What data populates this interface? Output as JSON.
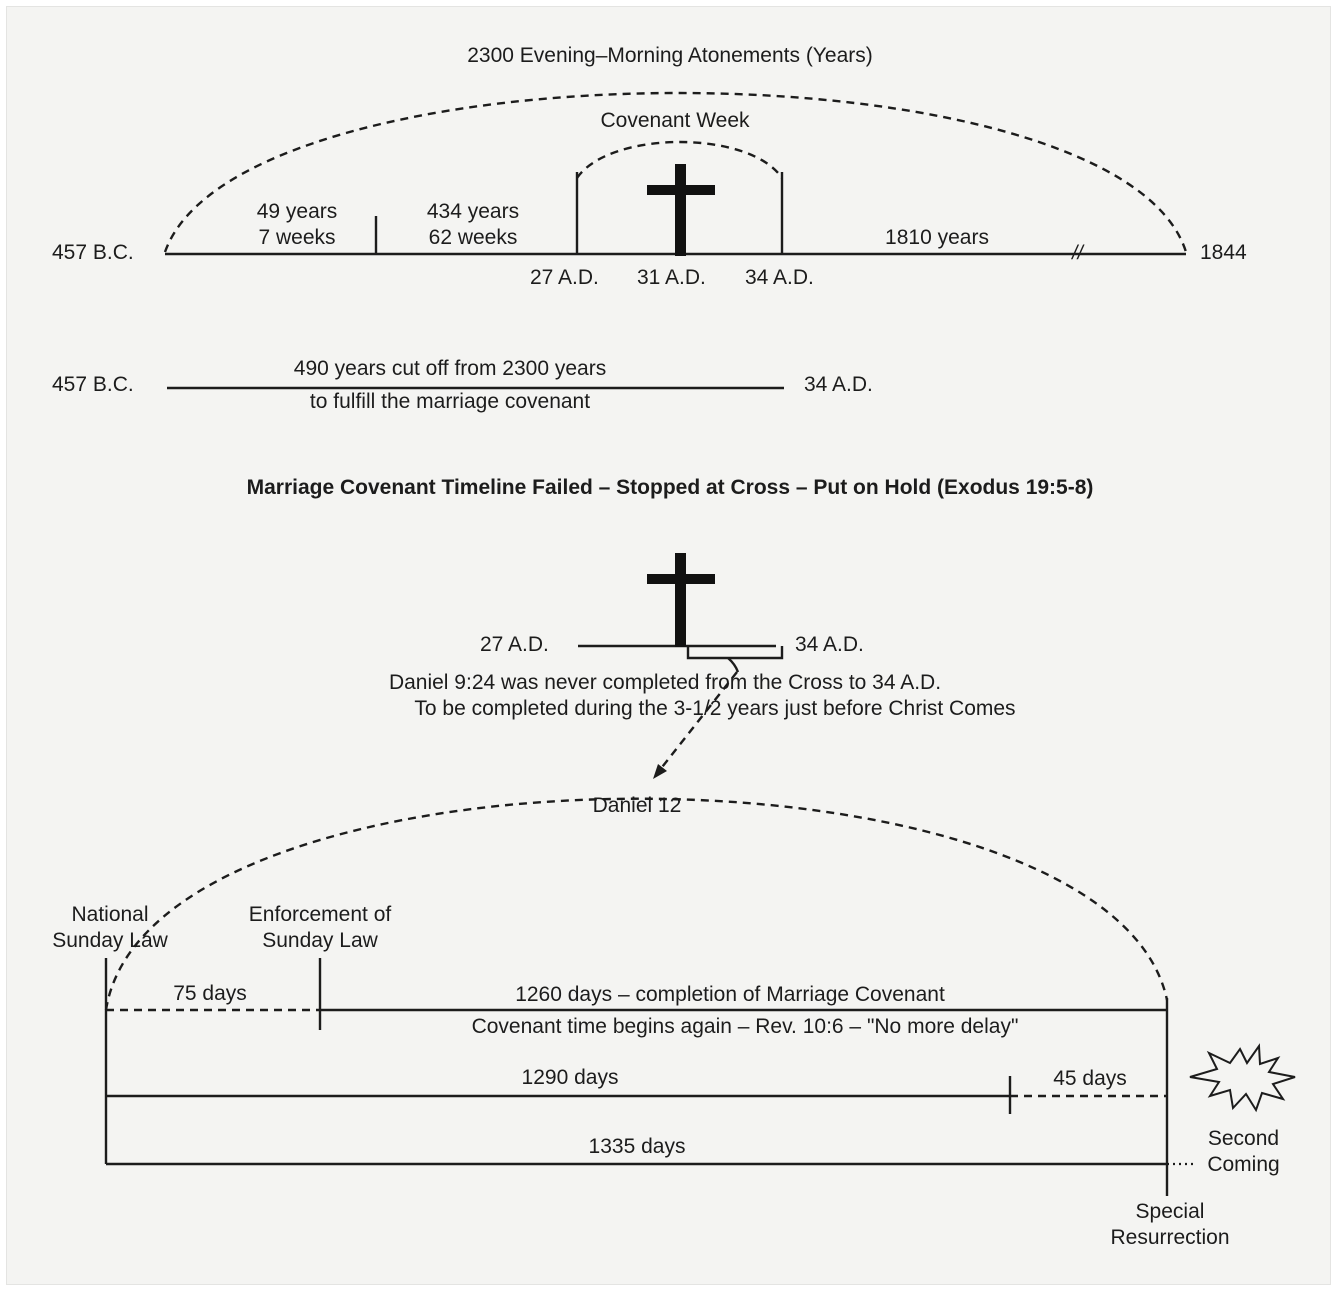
{
  "top_timeline": {
    "title": "2300 Evening–Morning Atonements (Years)",
    "covenant_week": "Covenant Week",
    "start": "457 B.C.",
    "end": "1844",
    "seg1_line1": "49 years",
    "seg1_line2": "7 weeks",
    "seg2_line1": "434 years",
    "seg2_line2": "62 weeks",
    "seg_remaining": "1810 years",
    "mark_27": "27 A.D.",
    "mark_31": "31 A.D.",
    "mark_34": "34 A.D.",
    "break_mark": "//"
  },
  "cutoff_timeline": {
    "start": "457 B.C.",
    "end": "34 A.D.",
    "line1": "490 years cut off from 2300 years",
    "line2": "to fulfill the marriage covenant"
  },
  "heading": "Marriage Covenant Timeline Failed – Stopped at Cross – Put on Hold (Exodus 19:5-8)",
  "cross_timeline": {
    "start": "27 A.D.",
    "end": "34 A.D.",
    "note1": "Daniel 9:24 was never completed from the Cross to 34 A.D.",
    "note2": "To be completed during the 3-1/2 years just before Christ Comes"
  },
  "daniel12": {
    "title": "Daniel 12",
    "national_line1": "National",
    "national_line2": "Sunday Law",
    "enforce_line1": "Enforcement of",
    "enforce_line2": "Sunday Law",
    "days_75": "75 days",
    "days_1260": "1260 days – completion of Marriage Covenant",
    "covenant_again": "Covenant time begins again – Rev. 10:6 – \"No more delay\"",
    "days_1290": "1290 days",
    "days_45": "45 days",
    "days_1335": "1335 days",
    "second_line1": "Second",
    "second_line2": "Coming",
    "special_line1": "Special",
    "special_line2": "Resurrection"
  }
}
